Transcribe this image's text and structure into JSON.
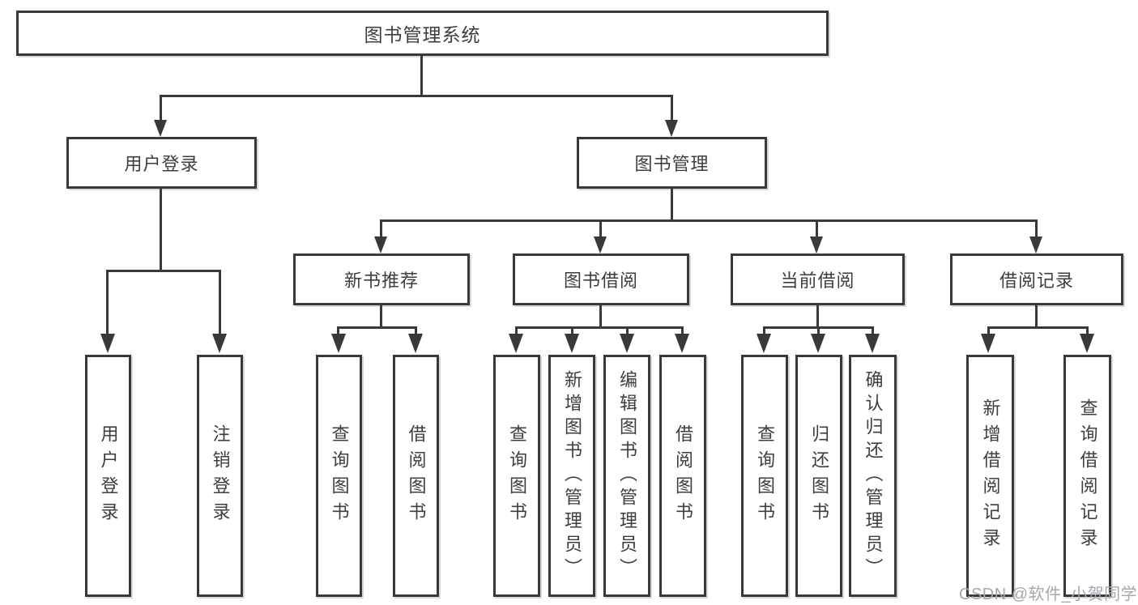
{
  "diagram": {
    "title": "图书管理系统",
    "root": {
      "label": "图书管理系统"
    },
    "branches": [
      {
        "label": "用户登录",
        "children": [
          {
            "label": "用户登录"
          },
          {
            "label": "注销登录"
          }
        ]
      },
      {
        "label": "图书管理",
        "children": [
          {
            "label": "新书推荐",
            "children": [
              {
                "label": "查询图书"
              },
              {
                "label": "借阅图书"
              }
            ]
          },
          {
            "label": "图书借阅",
            "children": [
              {
                "label": "查询图书"
              },
              {
                "label": "新增图书（管理员）"
              },
              {
                "label": "编辑图书（管理员）"
              },
              {
                "label": "借阅图书"
              }
            ]
          },
          {
            "label": "当前借阅",
            "children": [
              {
                "label": "查询图书"
              },
              {
                "label": "归还图书"
              },
              {
                "label": "确认归还（管理员）"
              }
            ]
          },
          {
            "label": "借阅记录",
            "children": [
              {
                "label": "新增借阅记录"
              },
              {
                "label": "查询借阅记录"
              }
            ]
          }
        ]
      }
    ]
  },
  "colors": {
    "line": "#39393b",
    "text": "#3e3e40",
    "background": "#ffffff",
    "watermark": "#a7a7ad"
  },
  "watermark": {
    "text": "CSDN @软件_小贺同学"
  }
}
